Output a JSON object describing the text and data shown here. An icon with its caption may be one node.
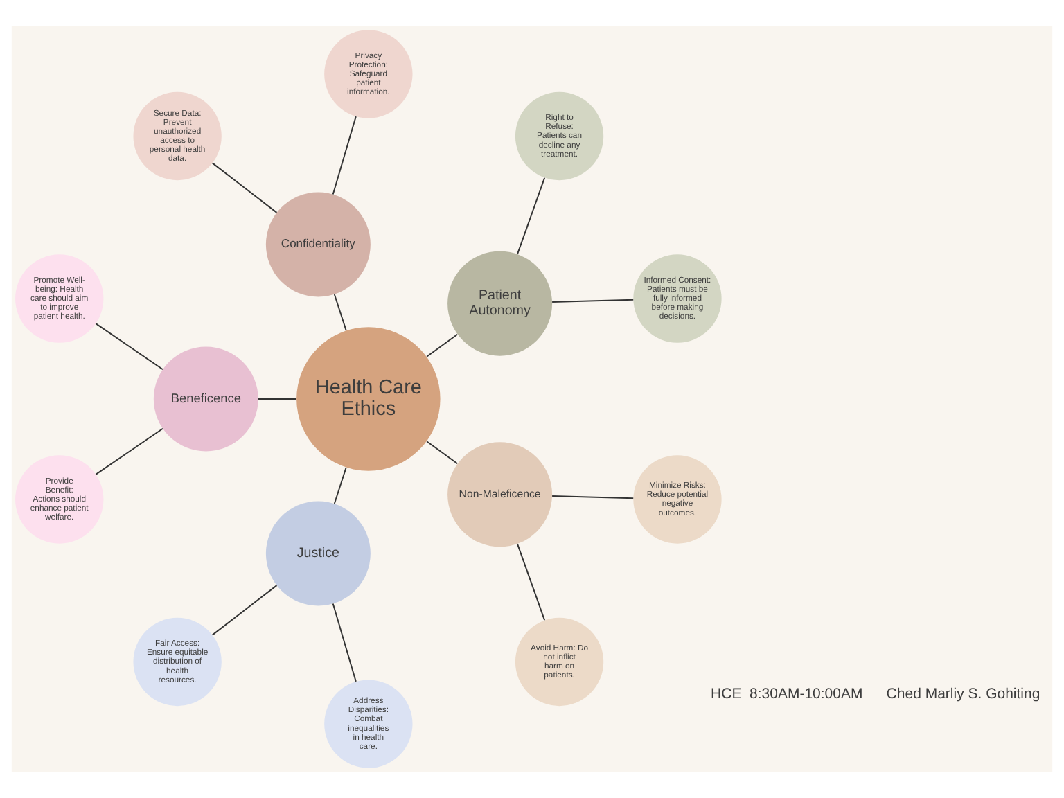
{
  "diagram": {
    "nodes": [
      {
        "text": [
          "Informed Consent: Patients must be fully informed before making decisions."
        ]
      },
      {
        "text": [
          "Right to Refuse: Patients can decline any treatment."
        ]
      },
      {
        "text": [
          "Patient Autonomy"
        ]
      },
      {
        "text": [
          "Privacy Protection: Safeguard patient information."
        ]
      },
      {
        "text": [
          "Promote Well-being: Health care should aim to improve patient health."
        ]
      },
      {
        "text": [
          "Confidentiality"
        ]
      },
      {
        "text": [
          "Beneficence"
        ]
      },
      {
        "text": [
          "Health Care Ethics"
        ]
      },
      {
        "text": [
          "Secure Data: Prevent unauthorized access to personal health data."
        ]
      },
      {
        "text": [
          "Provide Benefit: Actions should enhance patient welfare."
        ]
      },
      {
        "text": [
          "Justice"
        ]
      },
      {
        "text": [
          "Non-Maleficence"
        ]
      },
      {
        "text": [
          "Fair Access: Ensure equitable distribution of health resources."
        ]
      },
      {
        "text": [
          "Address Disparities: Combat inequalities in health care."
        ]
      },
      {
        "text": [
          "Avoid Harm: Do not inflict harm on patients."
        ]
      },
      {
        "text": [
          "Minimize Risks: Reduce potential negative outcomes."
        ]
      }
    ],
    "edges": [
      {
        "from": 7,
        "to": 2,
        "arrow": "none"
      },
      {
        "from": 7,
        "to": 5,
        "arrow": "none"
      },
      {
        "from": 7,
        "to": 6,
        "arrow": "none"
      },
      {
        "from": 7,
        "to": 10,
        "arrow": "none"
      },
      {
        "from": 7,
        "to": 11,
        "arrow": "none"
      },
      {
        "from": 2,
        "to": 0,
        "arrow": "none"
      },
      {
        "from": 2,
        "to": 1,
        "arrow": "none"
      },
      {
        "from": 5,
        "to": 3,
        "arrow": "none"
      },
      {
        "from": 5,
        "to": 8,
        "arrow": "none"
      },
      {
        "from": 6,
        "to": 4,
        "arrow": "none"
      },
      {
        "from": 6,
        "to": 9,
        "arrow": "none"
      },
      {
        "from": 10,
        "to": 12,
        "arrow": "none"
      },
      {
        "from": 10,
        "to": 13,
        "arrow": "none"
      },
      {
        "from": 11,
        "to": 14,
        "arrow": "none"
      },
      {
        "from": 11,
        "to": 15,
        "arrow": "none"
      }
    ],
    "labels": [
      "Ched Marliy S. Gohiting",
      "HCE  8:30AM-10:00AM"
    ]
  }
}
